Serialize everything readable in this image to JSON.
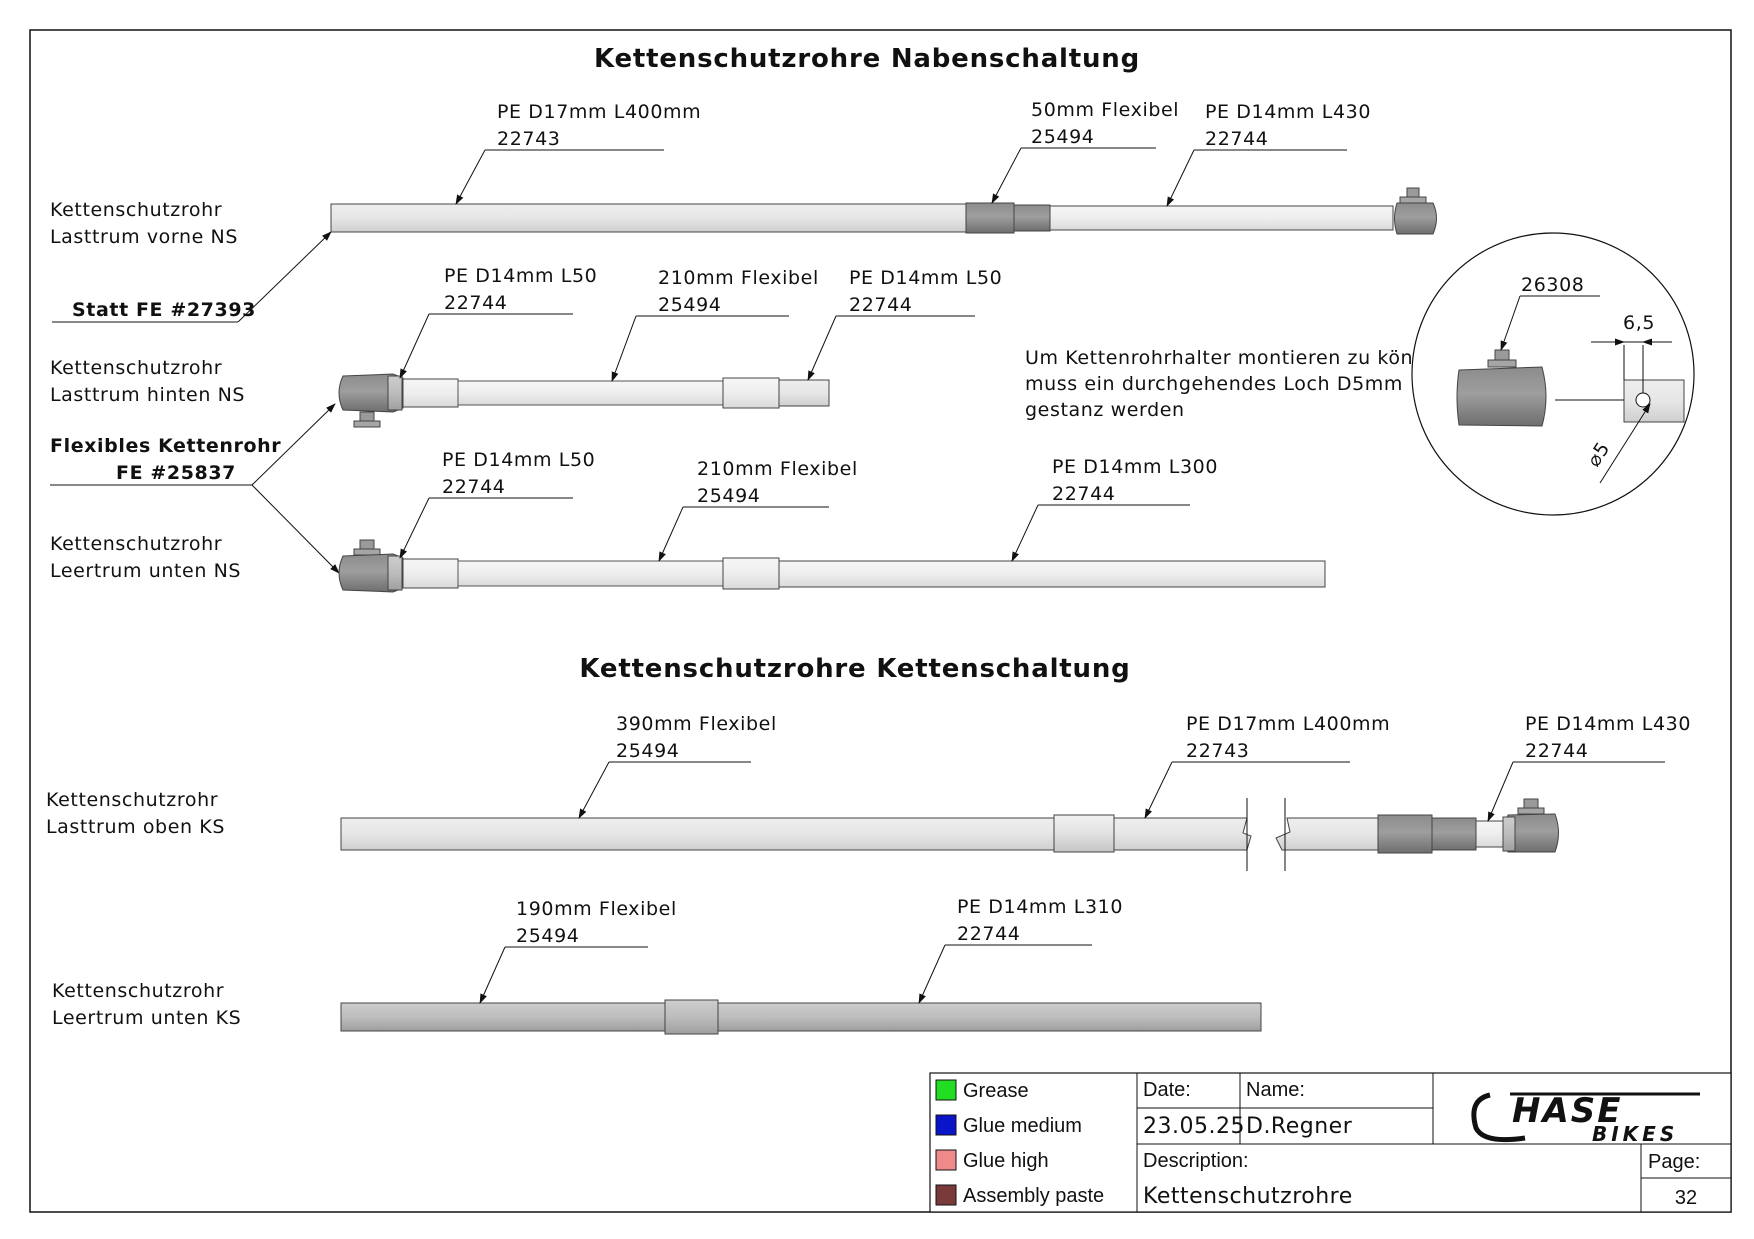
{
  "section_nabenschaltung": {
    "title": "Kettenschutzrohre Nabenschaltung",
    "row1": {
      "name_line1": "Kettenschutzrohr",
      "name_line2": "Lasttrum vorne NS",
      "callouts": [
        {
          "line1": "PE D17mm L400mm",
          "line2": "22743"
        },
        {
          "line1": "50mm Flexibel",
          "line2": "25494"
        },
        {
          "line1": "PE D14mm L430",
          "line2": "22744"
        }
      ]
    },
    "statt_note": "Statt FE #27393",
    "row2": {
      "name_line1": "Kettenschutzrohr",
      "name_line2": "Lasttrum hinten NS",
      "callouts": [
        {
          "line1": "PE D14mm L50",
          "line2": "22744"
        },
        {
          "line1": "210mm Flexibel",
          "line2": "25494"
        },
        {
          "line1": "PE D14mm L50",
          "line2": "22744"
        }
      ]
    },
    "flexible_note_line1": "Flexibles Kettenrohr",
    "flexible_note_line2": "FE #25837",
    "row3": {
      "name_line1": "Kettenschutzrohr",
      "name_line2": "Leertrum unten NS",
      "callouts": [
        {
          "line1": "PE D14mm L50",
          "line2": "22744"
        },
        {
          "line1": "210mm Flexibel",
          "line2": "25494"
        },
        {
          "line1": "PE D14mm L300",
          "line2": "22744"
        }
      ]
    },
    "hole_note": [
      "Um Kettenrohrhalter montieren zu können",
      "muss ein durchgehendes Loch D5mm",
      "gestanz werden"
    ],
    "detail": {
      "part": "26308",
      "dim_offset": "6,5",
      "dim_diameter": "⌀5"
    }
  },
  "section_kettenschaltung": {
    "title": "Kettenschutzrohre Kettenschaltung",
    "row1": {
      "name_line1": "Kettenschutzrohr",
      "name_line2": "Lasttrum oben KS",
      "callouts": [
        {
          "line1": "390mm Flexibel",
          "line2": "25494"
        },
        {
          "line1": "PE D17mm L400mm",
          "line2": "22743"
        },
        {
          "line1": "PE D14mm L430",
          "line2": "22744"
        }
      ]
    },
    "row2": {
      "name_line1": "Kettenschutzrohr",
      "name_line2": "Leertrum unten KS",
      "callouts": [
        {
          "line1": "190mm Flexibel",
          "line2": "25494"
        },
        {
          "line1": "PE D14mm L310",
          "line2": "22744"
        }
      ]
    }
  },
  "legend": [
    {
      "label": "Grease",
      "color": "#22dd22"
    },
    {
      "label": "Glue medium",
      "color": "#0a14c8"
    },
    {
      "label": "Glue high",
      "color": "#f08a8a"
    },
    {
      "label": "Assembly paste",
      "color": "#7a3a3a"
    }
  ],
  "title_block": {
    "date_label": "Date:",
    "date_value": "23.05.25",
    "name_label": "Name:",
    "name_value": "D.Regner",
    "description_label": "Description:",
    "description_value": "Kettenschutzrohre",
    "page_label": "Page:",
    "page_value": "32",
    "logo_main": "HASE",
    "logo_sub": "BIKES"
  }
}
